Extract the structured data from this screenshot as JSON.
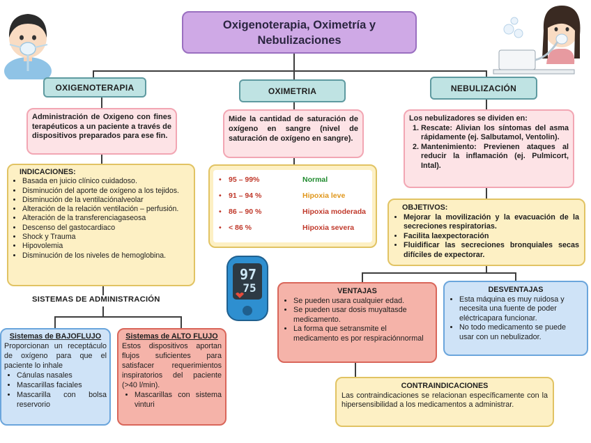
{
  "title": "Oxigenoterapia, Oximetría y Nebulizaciones",
  "oxigenoterapia": {
    "header": "OXIGENOTERAPIA",
    "definition": "Administración de Oxigeno con fines terapéuticos a un paciente a través de dispositivos preparados para ese fin.",
    "indicaciones_title": "INDICACIONES:",
    "indicaciones": [
      "Basada en juicio clínico cuidadoso.",
      "Disminución del aporte de oxígeno a los tejidos.",
      "Disminución de la ventilaciónalveolar",
      "Alteración de la relación ventilación – perfusión.",
      "Alteración de la transferenciagaseosa",
      "Descenso del gastocardiaco",
      "Shock y Trauma",
      "Hipovolemia",
      "Disminución de los niveles de hemoglobina."
    ],
    "sistemas_title": "SISTEMAS DE ADMINISTRACIÓN",
    "bajo_flujo": {
      "title": "Sistemas de BAJOFLUJO",
      "text": "Proporcionan un receptáculo de oxígeno para que el paciente lo inhale",
      "items": [
        "Cánulas nasales",
        "Mascarillas faciales",
        "Mascarilla con bolsa reservorio"
      ]
    },
    "alto_flujo": {
      "title": "Sistemas de ALTO FLUJO",
      "text": "Estos dispositivos aportan flujos suficientes para satisfacer requerimientos inspiratorios del paciente (>40 l/min).",
      "items": [
        "Mascarillas con sistema vinturi"
      ]
    }
  },
  "oximetria": {
    "header": "OXIMETRIA",
    "definition": "Mide la cantidad de saturación de oxígeno en sangre (nivel de saturación de oxígeno en sangre).",
    "ranges": [
      {
        "range": "95 – 99%",
        "label": "Normal",
        "color": "#1f8a2e"
      },
      {
        "range": "91 – 94 %",
        "label": "Hipoxia leve",
        "color": "#e0961a"
      },
      {
        "range": "86 – 90 %",
        "label": "Hipoxia moderada",
        "color": "#c0392b"
      },
      {
        "range": "< 86 %",
        "label": "Hipoxia severa",
        "color": "#c0392b"
      }
    ],
    "device": {
      "reading_top": "97",
      "reading_bottom": "75"
    }
  },
  "nebulizacion": {
    "header": "NEBULIZACIÓN",
    "intro": "Los nebulizadores se dividen en:",
    "types": [
      "Rescate: Alivian los síntomas del asma rápidamente (ej. Salbutamol, Ventolin).",
      "Mantenimiento: Previenen ataques al reducir la inflamación (ej. Pulmicort, Intal)."
    ],
    "objetivos_title": "OBJETIVOS:",
    "objetivos": [
      "Mejorar la movilización y la evacuación de la secreciones respiratorias.",
      "Facilita laexpectoración",
      "Fluidificar las secreciones bronquiales secas difíciles de expectorar."
    ],
    "ventajas": {
      "title": "VENTAJAS",
      "items": [
        "Se pueden usara cualquier edad.",
        "Se pueden usar dosis muyaltasde medicamento.",
        "La forma que setransmite el medicamento es por respiraciónnormal"
      ]
    },
    "desventajas": {
      "title": "DESVENTAJAS",
      "items": [
        "Esta máquina es muy ruidosa y necesita una fuente de poder eléctricapara funcionar.",
        "No todo medicamento se puede usar con un nebulizador."
      ]
    },
    "contraindicaciones": {
      "title": "CONTRAINDICACIONES",
      "text": "Las contraindicaciones se relacionan específicamente con la hipersensibilidad a los medicamentos a administrar."
    }
  }
}
